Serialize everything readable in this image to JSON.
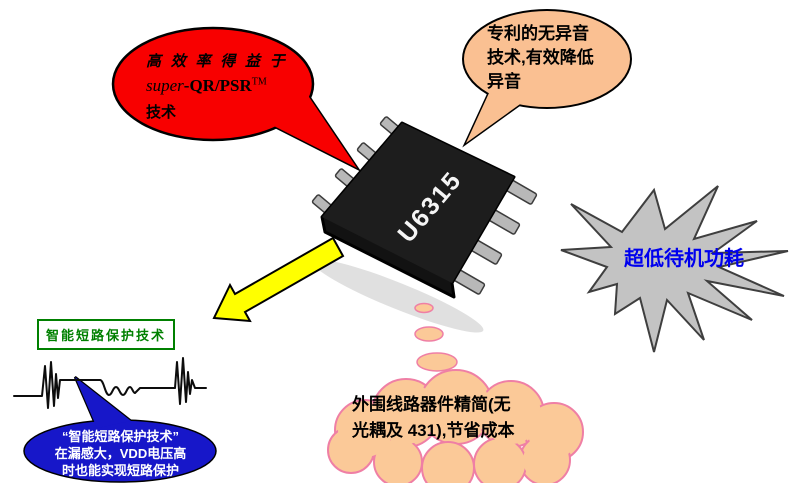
{
  "chip": {
    "label": "U6315"
  },
  "callouts": {
    "efficiency": {
      "line1": "高 效 率 得 益 于",
      "line2_italic": "super",
      "line2_rest": "-QR/PSR",
      "line2_sup": "TM",
      "line3": "技术",
      "fill": "#f80000"
    },
    "no_noise": {
      "lines": [
        "专利的无异音",
        "技术,有效降低",
        "异音"
      ],
      "fill": "#fac092"
    },
    "standby": {
      "text": "超低待机功耗",
      "fill": "#c3c3c3",
      "text_color": "#0000ee"
    },
    "short_title": {
      "text": "智能短路保护技术",
      "color": "#008000"
    },
    "short_detail": {
      "lines": [
        "“智能短路保护技术”",
        "在漏感大，VDD电压高",
        "时也能实现短路保护"
      ],
      "fill": "#1717c9",
      "text_color": "#ffffff"
    },
    "cost": {
      "lines": [
        "外围线路器件精简(无",
        "光耦及 431),节省成本"
      ],
      "fill": "#fbc998",
      "stroke": "#ef7fa5"
    }
  },
  "shapes": {
    "arrow_fill": "#ffff00",
    "chip_body": "#121212",
    "pin_fill": "#b8b8b8",
    "starburst_stroke": "#3f3f3f",
    "waveform_stroke": "#0d0d0d"
  }
}
